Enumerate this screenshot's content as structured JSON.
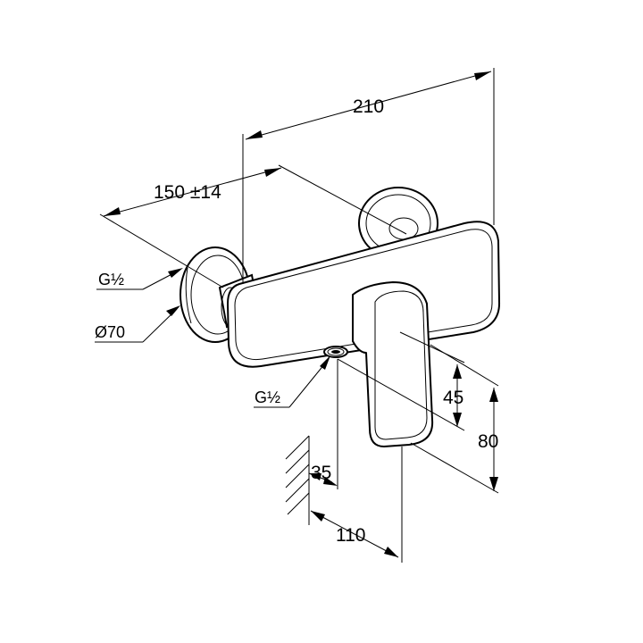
{
  "dimensions": {
    "overall_width": "210",
    "centre_distance": "150 ±14",
    "outlet_offset": "45",
    "total_height": "80",
    "wall_to_outlet": "35",
    "projection": "110"
  },
  "callouts": {
    "inlet_thread": "G½",
    "escutcheon_diameter": "Ø70",
    "outlet_thread": "G½"
  }
}
